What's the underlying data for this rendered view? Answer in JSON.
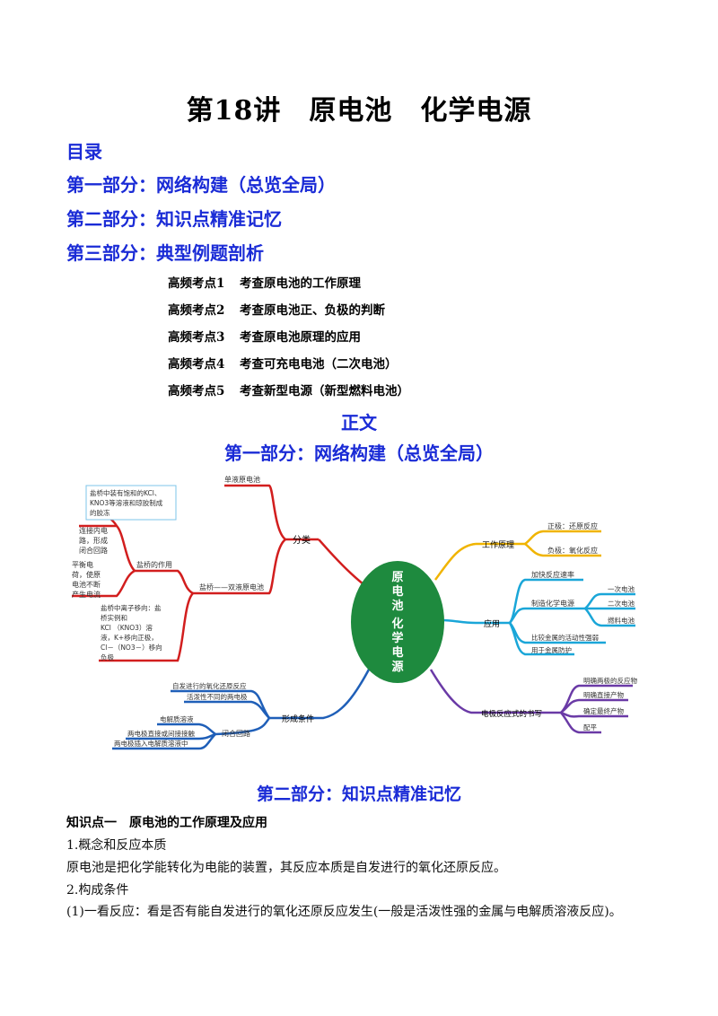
{
  "title": "第18讲　原电池　化学电源",
  "toc": {
    "heading": "目录",
    "parts": [
      "第一部分：网络构建（总览全局）",
      "第二部分：知识点精准记忆",
      "第三部分：典型例题剖析"
    ],
    "items": [
      {
        "num": "高频考点1",
        "text": "考查原电池的工作原理"
      },
      {
        "num": "高频考点2",
        "text": "考查原电池正、负极的判断"
      },
      {
        "num": "高频考点3",
        "text": "考查原电池原理的应用"
      },
      {
        "num": "高频考点4",
        "text": "考查可充电电池（二次电池）"
      },
      {
        "num": "高频考点5",
        "text": "考查新型电源（新型燃料电池）"
      }
    ]
  },
  "zhengwen": "正文",
  "part1_title": "第一部分：网络构建（总览全局）",
  "mindmap": {
    "center": [
      "原",
      "电",
      "池",
      "化",
      "学",
      "电",
      "源"
    ],
    "fenlei": "分类",
    "danye": "单液原电池",
    "shuangye": "盐桥——双液原电池",
    "yanqiao_zuoyong": "盐桥的作用",
    "box_note": [
      "盐桥中装有饱和的KCl、",
      "KNO3等溶液和琼胶制成",
      "的胶冻"
    ],
    "left1": [
      "连接内电",
      "路，形成",
      "闭合回路"
    ],
    "left2": [
      "平衡电",
      "荷，使原",
      "电池不断",
      "产生电流"
    ],
    "left3": [
      "盐桥中离子移向：盐",
      "桥实例和",
      "KCl （KNO3）溶",
      "液，K+移向正极，",
      "Cl－（NO3－）移向",
      "负极"
    ],
    "gongzuo": "工作原理",
    "zhengji": "正极：还原反应",
    "fuji": "负极：氧化反应",
    "yingyong": "应用",
    "jiakuai": "加快反应速率",
    "zhizao": "制造化学电源",
    "yici": "一次电池",
    "erci": "二次电池",
    "ranliao": "燃料电池",
    "bijiao": "比较金属的活动性强弱",
    "fanghu": "用于金属防护",
    "shuxie": "电极反应式的书写",
    "shuxie_items": [
      "明确两极的反应物",
      "明确直接产物",
      "确定最终产物",
      "配平"
    ],
    "xingcheng": "形成条件",
    "zifa": "自发进行的氧化还原反应",
    "huopo": "活泼性不同的两电极",
    "dianjie": "电解质溶液",
    "bihe": "闭合回路",
    "liangji": "两电极直接或间接接触",
    "charu": "两电极插入电解质溶液中"
  },
  "part2_title": "第二部分：知识点精准记忆",
  "kp1": "知识点一　原电池的工作原理及应用",
  "lines": [
    "1.概念和反应本质",
    "原电池是把化学能转化为电能的装置，其反应本质是自发进行的氧化还原反应。",
    "2.构成条件",
    "(1)一看反应：看是否有能自发进行的氧化还原反应发生(一般是活泼性强的金属与电解质溶液反应)。"
  ],
  "colors": {
    "heading_blue": "#1a2bd6",
    "center_green": "#1e8a3e",
    "red_branch": "#d21e1e",
    "yellow_branch": "#f0b400",
    "cyan_branch": "#1aa6d8",
    "purple_branch": "#6a3aa6",
    "blue_branch": "#1f5fb8"
  }
}
